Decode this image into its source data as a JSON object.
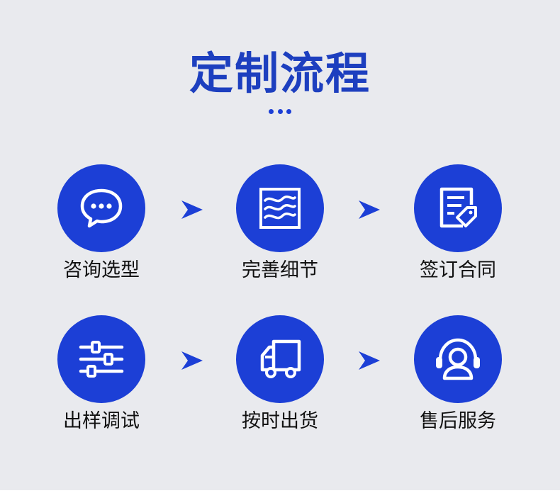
{
  "title": "定制流程",
  "colors": {
    "accent": "#1c3fd6",
    "title": "#1d3fbf",
    "background": "#e9eaee"
  },
  "steps": [
    {
      "label": "咨询选型",
      "icon": "chat-bubble-icon"
    },
    {
      "label": "完善细节",
      "icon": "wave-pattern-icon"
    },
    {
      "label": "签订合同",
      "icon": "contract-document-icon"
    },
    {
      "label": "出样调试",
      "icon": "sliders-icon"
    },
    {
      "label": "按时出货",
      "icon": "delivery-truck-icon"
    },
    {
      "label": "售后服务",
      "icon": "headset-service-icon"
    }
  ]
}
